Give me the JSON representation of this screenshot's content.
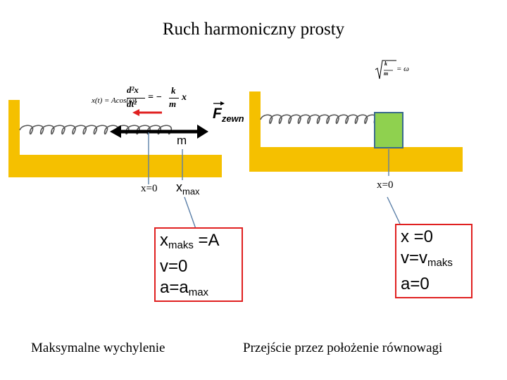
{
  "title": "Ruch harmoniczny prosty",
  "colors": {
    "base": "#f5c000",
    "mass": "#8fd14f",
    "mass_border": "#3a6a8c",
    "box_border": "#e02020",
    "pointer": "#5b7fa8"
  },
  "left_panel": {
    "formula_top": "x(t) = Acos(ωt",
    "formula_ode_lhs": "d²x",
    "formula_ode_den": "dt²",
    "formula_ode_rhs": "= −",
    "formula_k": "k",
    "formula_m": "m",
    "formula_x": "x",
    "force_label": "F",
    "force_sub": "zewn",
    "mass_label": "m",
    "x0_label": "x=0",
    "xmax_label": "x",
    "xmax_sub": "max",
    "box": {
      "line1_main": "x",
      "line1_sub": "maks",
      "line1_rest": " =A",
      "line2": "v=0",
      "line3_main": "a=a",
      "line3_sub": "max"
    },
    "caption": "Maksymalne wychylenie"
  },
  "right_panel": {
    "formula_sqrt_k": "k",
    "formula_sqrt_m": "m",
    "formula_tail": "= ω",
    "x0_label": "x=0",
    "box": {
      "line1": "x =0",
      "line2_main": "v=v",
      "line2_sub": "maks",
      "line3": "a=0"
    },
    "caption": "Przejście przez położenie równowagi"
  }
}
